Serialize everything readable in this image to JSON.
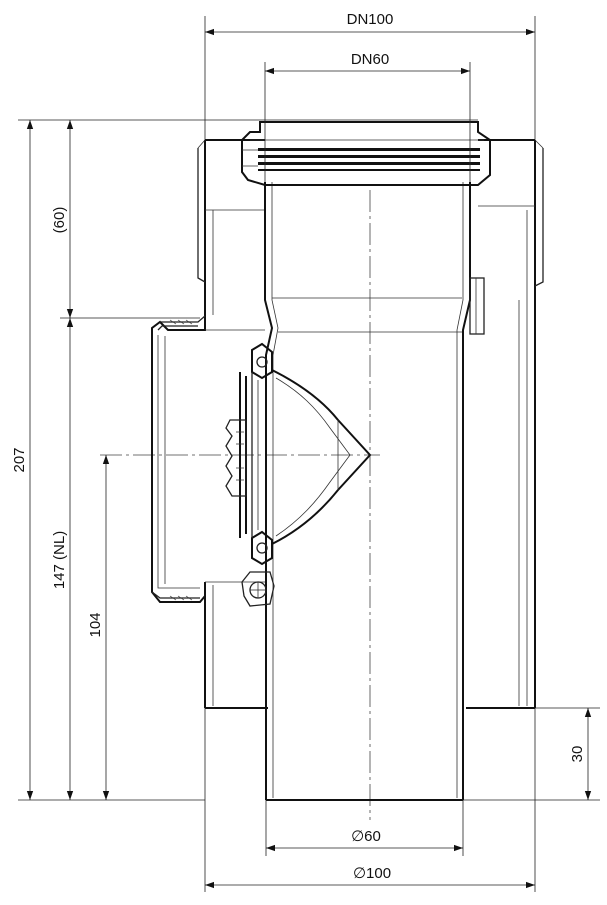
{
  "labels": {
    "dn100": "DN100",
    "dn60": "DN60",
    "dim_60_paren": "(60)",
    "dim_207": "207",
    "dim_147": "147 (NL)",
    "dim_104": "104",
    "dim_30": "30",
    "dia_60": "∅60",
    "dia_100": "∅100"
  }
}
